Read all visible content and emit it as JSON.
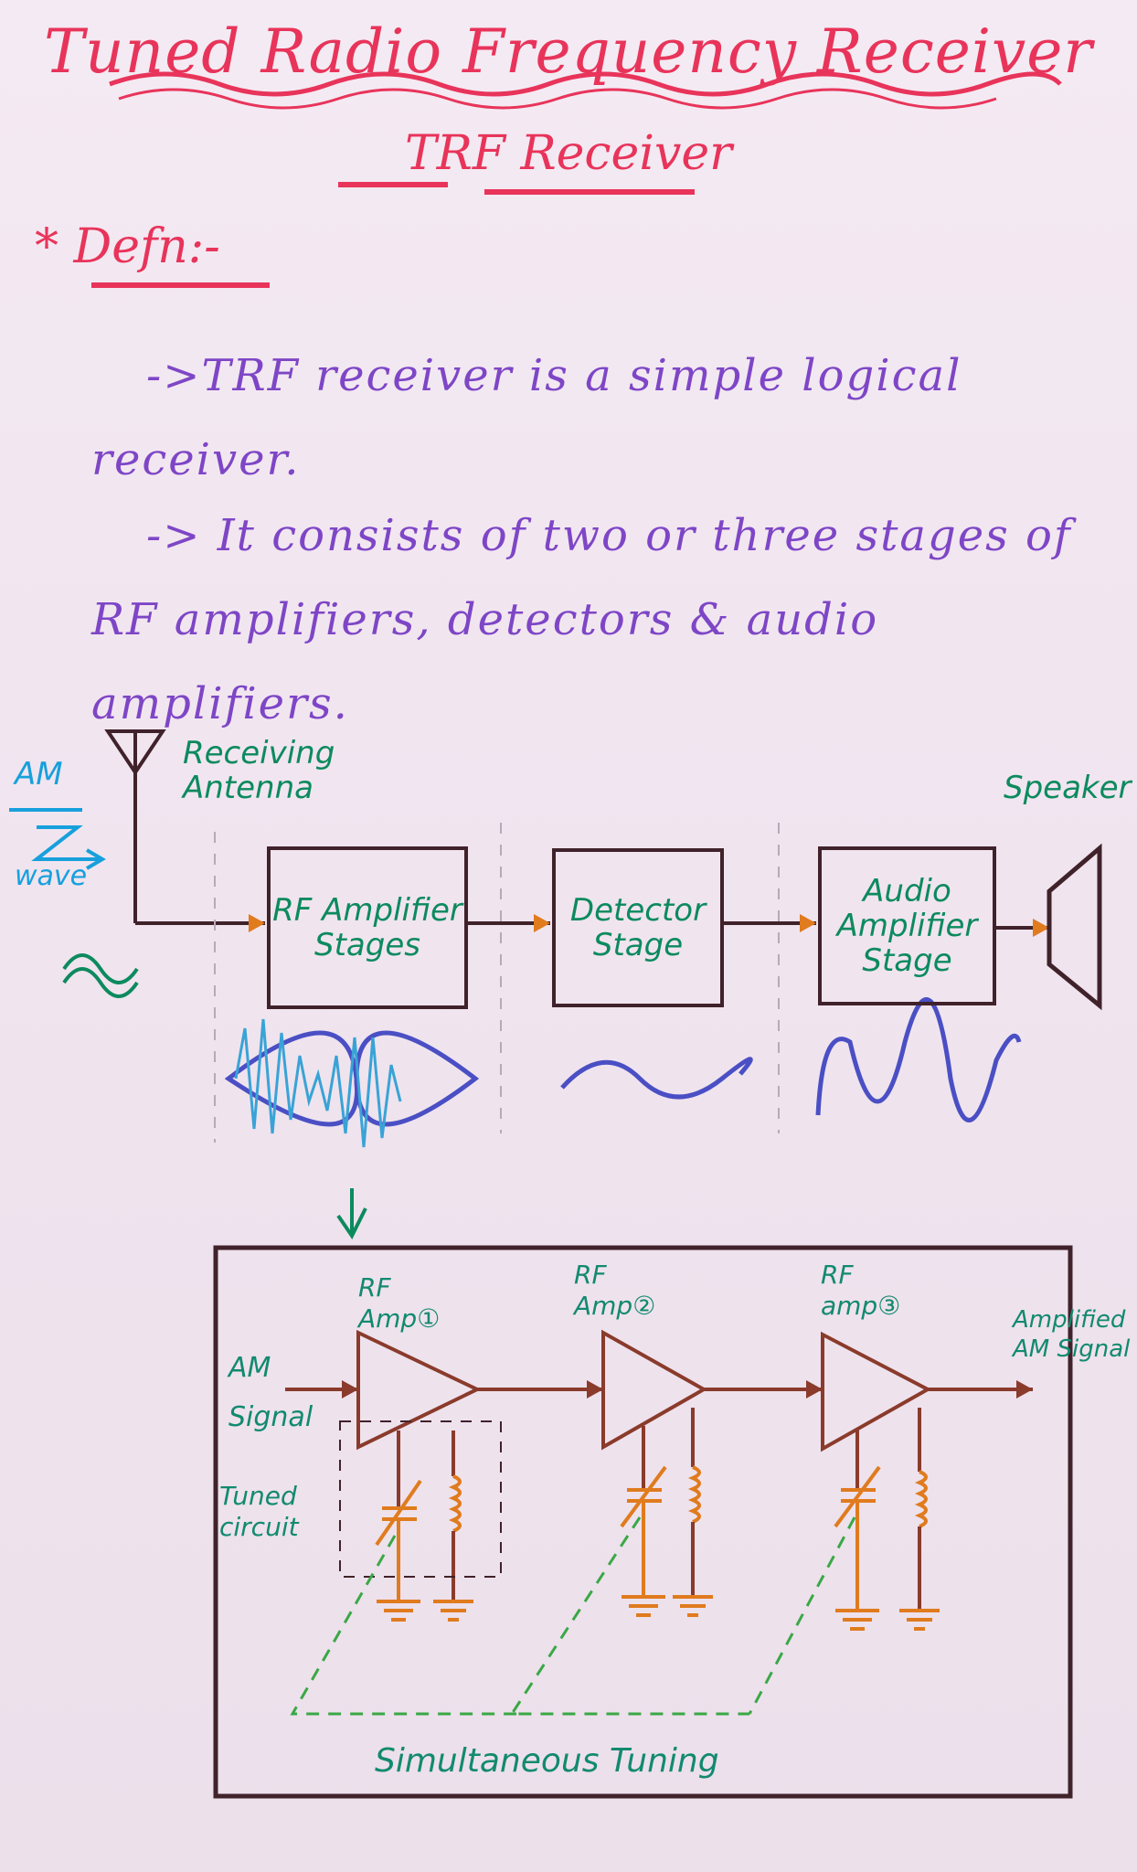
{
  "heading": {
    "title": "Tuned Radio Frequency Receiver",
    "subtitle": "TRF Receiver"
  },
  "definition": {
    "label": "* Defn:-",
    "lines": [
      "->TRF receiver is a simple logical receiver.",
      "-> It consists of two or three stages of RF amplifiers, detectors & audio amplifiers."
    ]
  },
  "block_diagram": {
    "am_label": "AM",
    "wave_label": "wave",
    "antenna_label": "Receiving Antenna",
    "speaker_label": "Speaker",
    "blocks": [
      "RF Amplifier Stages",
      "Detector Stage",
      "Audio Amplifier Stage"
    ]
  },
  "circuit": {
    "input_label": "AM Signal",
    "output_label": "Amplified AM Signal",
    "tuned_label": "Tuned circuit",
    "amps": [
      "RF Amp①",
      "RF Amp②",
      "RF amp③"
    ],
    "caption": "Simultaneous Tuning"
  },
  "colors": {
    "title": "#e8345a",
    "text": "#7e46c6",
    "diagram_label": "#0c8a5e",
    "wire": "#40222a",
    "component": "#e07b1e",
    "signal": "#4a4fc4",
    "dashed_tuning": "#3aa845"
  }
}
